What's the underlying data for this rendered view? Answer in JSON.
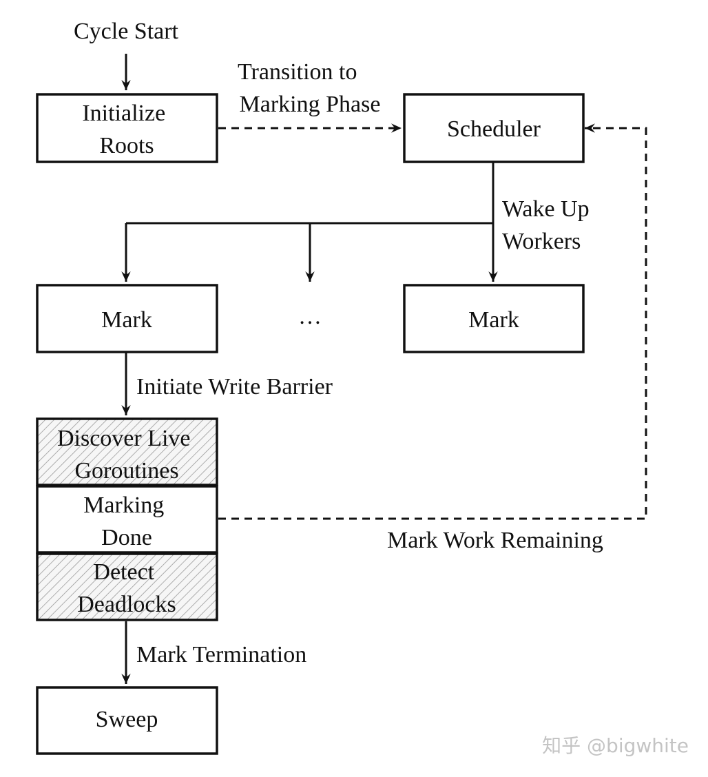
{
  "nodes": {
    "init_roots": [
      "Initialize",
      "Roots"
    ],
    "scheduler": "Scheduler",
    "mark_left": "Mark",
    "ellipsis": "…",
    "mark_right": "Mark",
    "discover": [
      "Discover Live",
      "Goroutines"
    ],
    "marking_done": [
      "Marking",
      "Done"
    ],
    "detect": [
      "Detect",
      "Deadlocks"
    ],
    "sweep": "Sweep"
  },
  "edges": {
    "cycle_start": "Cycle Start",
    "transition": [
      "Transition to",
      "Marking Phase"
    ],
    "wake_up": [
      "Wake Up",
      "Workers"
    ],
    "write_barrier": "Initiate Write Barrier",
    "work_remaining": "Mark Work Remaining",
    "termination": "Mark Termination"
  },
  "watermark": "知乎 @bigwhite"
}
